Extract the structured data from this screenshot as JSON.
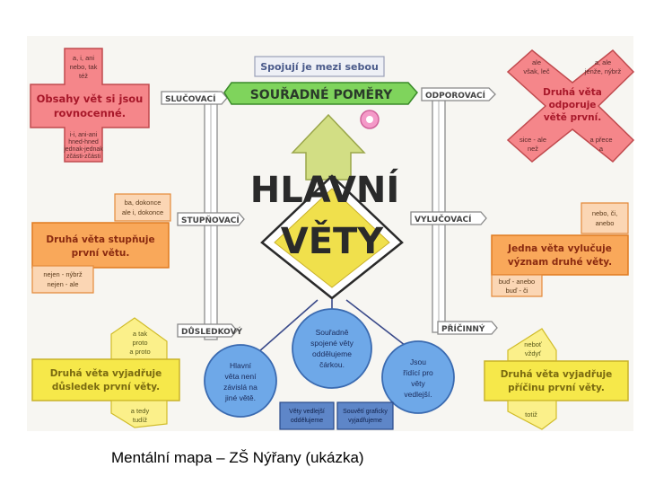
{
  "title_lines": [
    "HLAVNÍ",
    "VĚTY"
  ],
  "top_banner": {
    "note": "Spojují je mezi sebou",
    "label": "SOUŘADNÉ POMĚRY"
  },
  "signposts": {
    "slucovaci": "SLUČOVACÍ",
    "odporovaci": "ODPOROVACÍ",
    "stupnovaci": "STUPŇOVACÍ",
    "vylucovaci": "VYLUČOVACÍ",
    "dusledkovy": "DŮSLEDKOVÝ",
    "priciny": "PŘÍČINNÝ"
  },
  "slucovaci_cross": {
    "main": [
      "Obsahy vět si jsou",
      "rovnocenné."
    ],
    "top": [
      "a, i, ani",
      "nebo, tak",
      "též"
    ],
    "bottom": [
      "i-i, ani-ani",
      "hned-hned",
      "jednak-jednak",
      "zčásti-zčásti"
    ]
  },
  "odporovaci_cross": {
    "main": [
      "Druhá věta",
      "odporuje",
      "větě první."
    ],
    "tl": [
      "ale",
      "však, leč"
    ],
    "tr": [
      "a, ale",
      "jenže, nýbrž"
    ],
    "bl": [
      "sice - ale",
      "než"
    ],
    "br": [
      "a přece",
      "a"
    ]
  },
  "stupnovaci_arrow": {
    "main": [
      "Druhá věta stupňuje",
      "první větu."
    ],
    "top": [
      "ba, dokonce",
      "ale i, dokonce"
    ],
    "bottom": [
      "nejen - nýbrž",
      "nejen - ale"
    ]
  },
  "vylucovaci_arrow": {
    "main": [
      "Jedna věta vylučuje",
      "význam druhé věty."
    ],
    "top": [
      "nebo, či,",
      "anebo"
    ],
    "bottom": [
      "buď - anebo",
      "buď - či"
    ]
  },
  "dusledkovy_arrow": {
    "main": [
      "Druhá věta vyjadřuje",
      "důsledek první věty."
    ],
    "top": [
      "a tak",
      "proto",
      "a proto"
    ],
    "bottom": [
      "a tedy",
      "tudíž"
    ]
  },
  "priciny_arrow": {
    "main": [
      "Druhá věta vyjadřuje",
      "příčinu první věty."
    ],
    "top": [
      "neboť",
      "vždyť"
    ],
    "bottom": [
      "totiž"
    ]
  },
  "circles": {
    "center": [
      "Souřadně",
      "spojené věty",
      "oddělujeme",
      "čárkou."
    ],
    "left": [
      "Hlavní",
      "věta není",
      "závislá na",
      "jiné větě."
    ],
    "right": [
      "Jsou",
      "řídící pro",
      "věty",
      "vedlejší."
    ]
  },
  "bottom_boxes": {
    "left": [
      "Věty vedlejší",
      "oddělujeme"
    ],
    "right": [
      "Souvětí graficky",
      "vyjadřujeme"
    ]
  },
  "caption": "Mentální mapa – ZŠ Nýřany (ukázka)"
}
